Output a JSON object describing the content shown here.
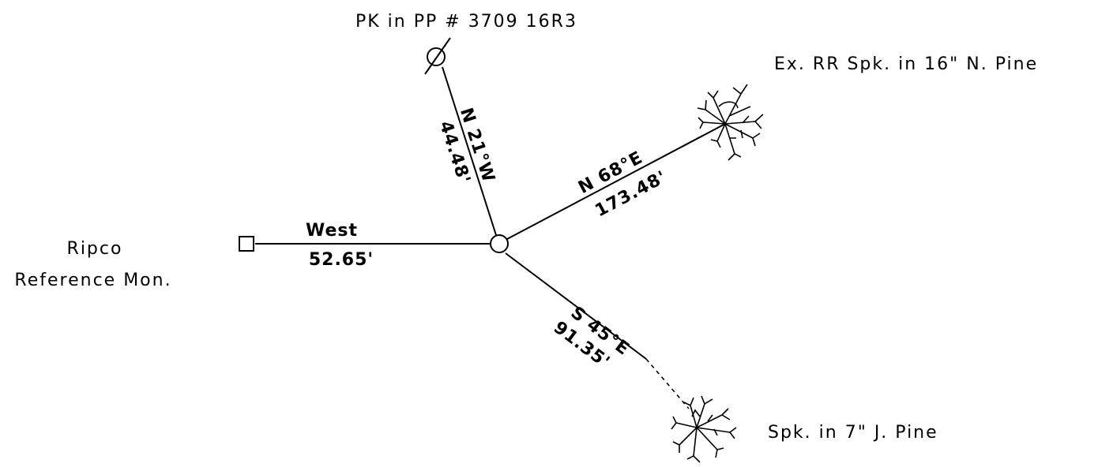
{
  "points": {
    "north_label": "PK in PP # 3709 16R3",
    "northeast_label": "Ex. RR Spk. in 16\" N. Pine",
    "west_label_line1": "Ripco",
    "west_label_line2": "Reference Mon.",
    "southeast_label": "Spk. in 7\" J. Pine"
  },
  "ties": {
    "north": {
      "bearing": "N 21°W",
      "distance": "44.48'"
    },
    "northeast": {
      "bearing": "N 68°E",
      "distance": "173.48'"
    },
    "west": {
      "bearing": "West",
      "distance": "52.65'"
    },
    "southeast": {
      "bearing": "S 45°E",
      "distance": "91.35'"
    }
  },
  "colors": {
    "ink": "#000000",
    "paper": "#ffffff"
  }
}
